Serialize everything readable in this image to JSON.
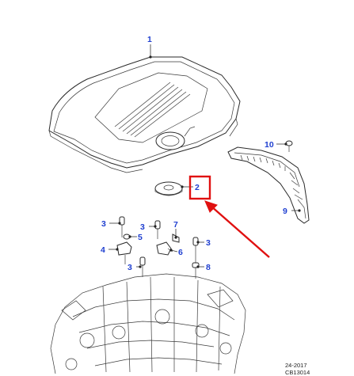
{
  "callouts": {
    "c1": "1",
    "c2": "2",
    "c3a": "3",
    "c3b": "3",
    "c3c": "3",
    "c3d": "3",
    "c4": "4",
    "c5": "5",
    "c6": "6",
    "c7": "7",
    "c8": "8",
    "c9": "9",
    "c10": "10"
  },
  "reference": {
    "line1": "24-2017",
    "line2": "CB13014"
  },
  "colors": {
    "callout_text": "#1f3fd0",
    "highlight": "#e01010",
    "line_art": "#2a2a2a"
  },
  "highlight": {
    "target_part": "2"
  }
}
